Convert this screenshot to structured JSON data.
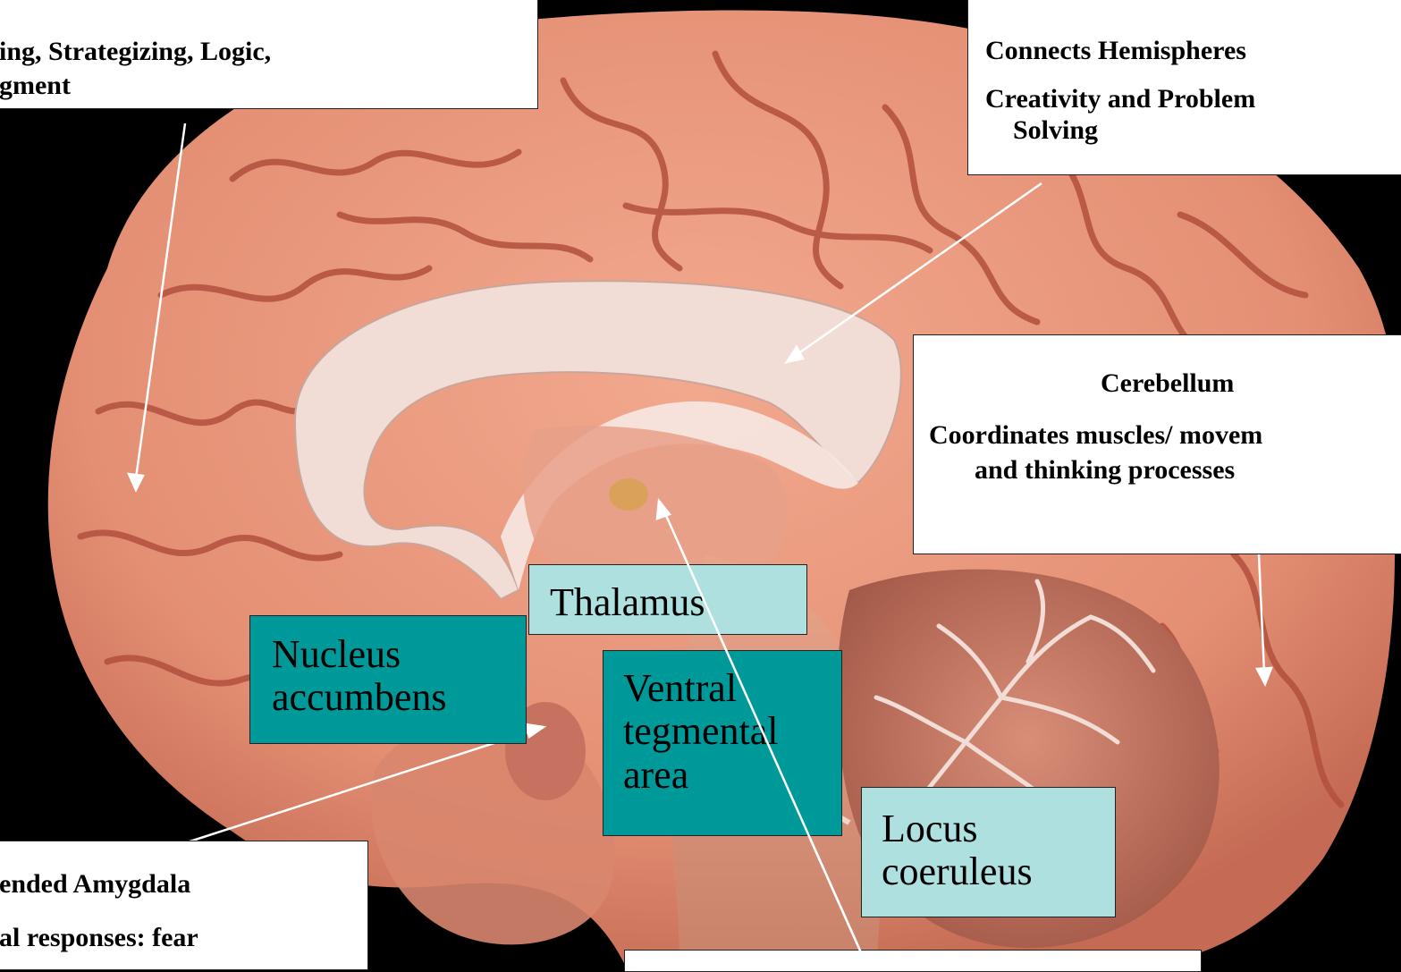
{
  "labels": {
    "frontal": {
      "line1": "ing, Strategizing, Logic,",
      "line2": "gment"
    },
    "corpus_callosum": {
      "line1": "Connects Hemispheres",
      "line2": "Creativity and Problem",
      "line3": "Solving"
    },
    "cerebellum": {
      "title": "Cerebellum",
      "line1": "Coordinates muscles/ movem",
      "line2": "and thinking processes"
    },
    "thalamus": "Thalamus",
    "nucleus_accumbens": {
      "line1": "Nucleus",
      "line2": "accumbens"
    },
    "vta": {
      "line1": "Ventral",
      "line2": "tegmental",
      "line3": "area"
    },
    "locus_coeruleus": {
      "line1": "Locus",
      "line2": "coeruleus"
    },
    "amygdala": {
      "line1": "ended Amygdala",
      "line2": "al responses: fear"
    }
  },
  "colors": {
    "background": "#000000",
    "label_white": "#ffffff",
    "label_teal": "#009999",
    "label_light_aqua": "#aee0e0",
    "brain_tissue": "#e8967c",
    "white_matter": "#f1dcd6"
  }
}
